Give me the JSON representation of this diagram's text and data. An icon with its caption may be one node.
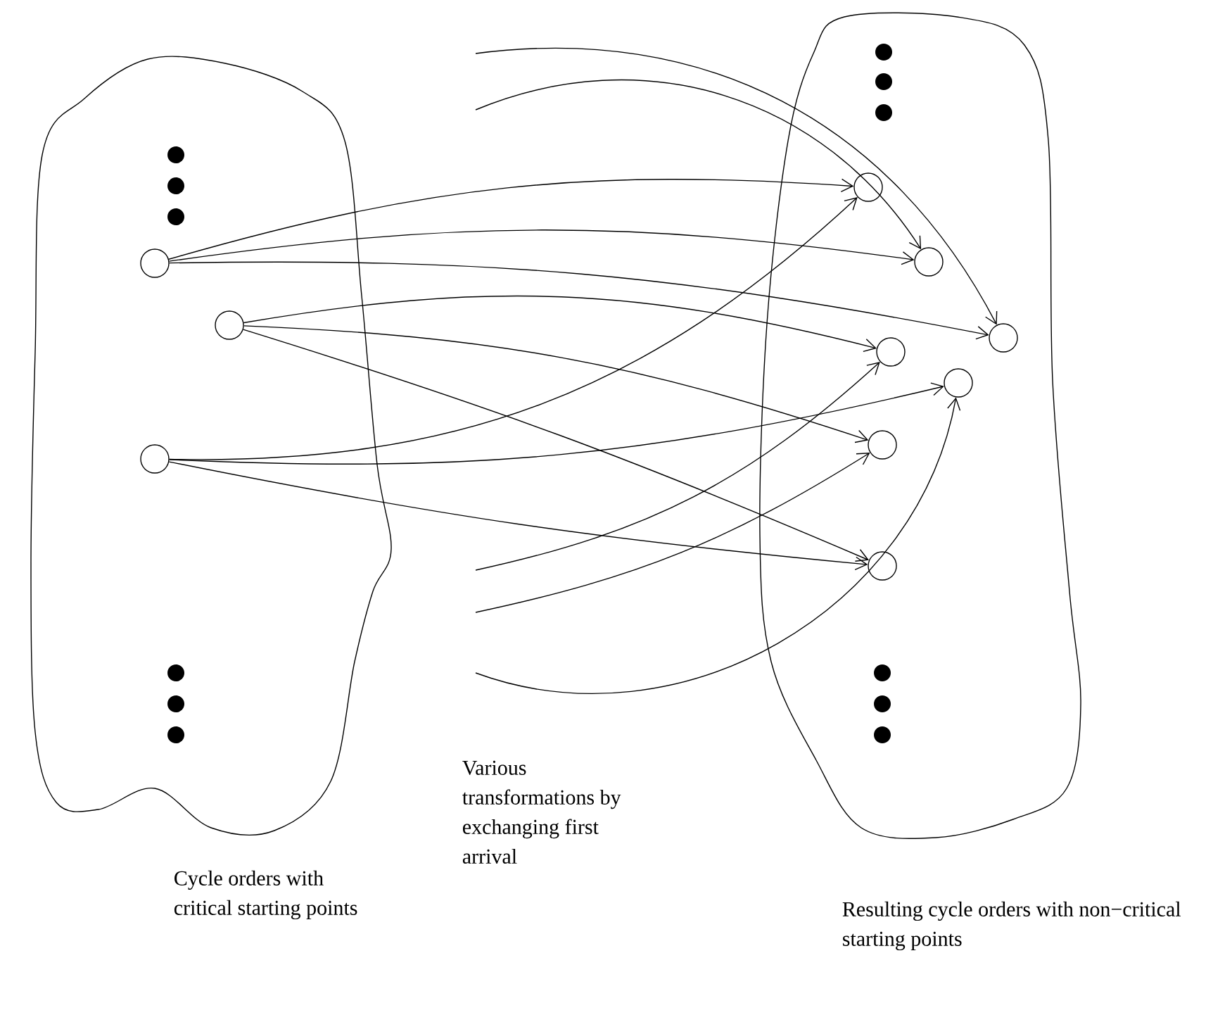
{
  "diagram": {
    "nodes": [
      {
        "text": [
          "Cycle orders with critical starting points"
        ]
      },
      {
        "text": [
          "Resulting cycle orders with non−critical starting points"
        ]
      },
      {
        "text": [],
        "shape": "circle",
        "in": 0
      },
      {
        "text": [],
        "shape": "circle",
        "in": 0
      },
      {
        "text": [],
        "shape": "circle",
        "in": 0
      },
      {
        "text": [],
        "shape": "circle",
        "in": 1
      },
      {
        "text": [],
        "shape": "circle",
        "in": 1
      },
      {
        "text": [],
        "shape": "circle",
        "in": 1
      },
      {
        "text": [],
        "shape": "circle",
        "in": 1
      },
      {
        "text": [],
        "shape": "circle",
        "in": 1
      },
      {
        "text": [],
        "shape": "circle",
        "in": 1
      },
      {
        "text": [],
        "shape": "circle",
        "in": 1
      }
    ],
    "edges": [
      {
        "from": 2,
        "to": 5,
        "arrow": "to"
      },
      {
        "from": 2,
        "to": 6,
        "arrow": "to"
      },
      {
        "from": 2,
        "to": 7,
        "arrow": "to"
      },
      {
        "from": 3,
        "to": 8,
        "arrow": "to"
      },
      {
        "from": 3,
        "to": 10,
        "arrow": "to"
      },
      {
        "from": 3,
        "to": 11,
        "arrow": "to"
      },
      {
        "from": 4,
        "to": 5,
        "arrow": "to"
      },
      {
        "from": 4,
        "to": 9,
        "arrow": "to"
      },
      {
        "from": 4,
        "to": 11,
        "arrow": "to"
      },
      {
        "from": null,
        "to": 7,
        "arrow": "to"
      },
      {
        "from": null,
        "to": 6,
        "arrow": "to"
      },
      {
        "from": null,
        "to": 8,
        "arrow": "to"
      },
      {
        "from": null,
        "to": 10,
        "arrow": "to"
      },
      {
        "from": null,
        "to": 9,
        "arrow": "to"
      }
    ],
    "labels": [
      "Various transformations by exchanging first arrival"
    ]
  }
}
